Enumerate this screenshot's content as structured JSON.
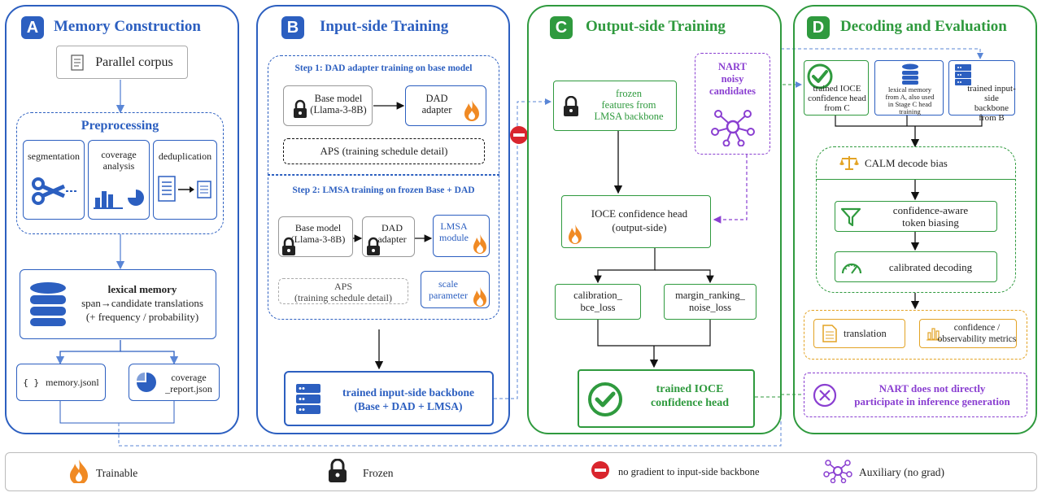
{
  "colors": {
    "blue": "#2c5fc0",
    "green": "#2f9a3e",
    "purple": "#8a3fd1",
    "orange": "#f08a24",
    "red": "#d9252d"
  },
  "panels": {
    "A": {
      "badge": "A",
      "title": "Memory Construction"
    },
    "B": {
      "badge": "B",
      "title": "Input-side Training"
    },
    "C": {
      "badge": "C",
      "title": "Output-side Training"
    },
    "D": {
      "badge": "D",
      "title": "Decoding and Evaluation"
    }
  },
  "A": {
    "corpus": "Parallel corpus",
    "preprocessing": "Preprocessing",
    "segmentation": "segmentation",
    "coverage_l1": "coverage",
    "coverage_l2": "analysis",
    "dedup": "deduplication",
    "lexmem_title": "lexical memory",
    "lexmem_l2": "span→candidate translations",
    "lexmem_l3": "(+ frequency / probability)",
    "memory_file": "memory.jsonl",
    "coverage_file_l1": "coverage",
    "coverage_file_l2": "_report.json"
  },
  "B": {
    "step1": "Step 1: DAD adapter training on base model",
    "base_l1": "Base model",
    "base_l2": "(Llama-3-8B)",
    "dad_l1": "DAD",
    "dad_l2": "adapter",
    "aps1": "APS (training schedule detail)",
    "step2": "Step 2: LMSA training on frozen Base + DAD",
    "base2_l1": "Base model",
    "base2_l2": "(Llama-3-8B)",
    "dad2_l1": "DAD",
    "dad2_l2": "adapter",
    "lmsa_l1": "LMSA",
    "lmsa_l2": "module",
    "aps2_l1": "APS",
    "aps2_l2": "(training schedule detail)",
    "scale_l1": "scale",
    "scale_l2": "parameter",
    "trained_l1": "trained input-side backbone",
    "trained_l2": "(Base + DAD + LMSA)"
  },
  "C": {
    "frozen_l1": "frozen",
    "frozen_l2": "features from",
    "frozen_l3": "LMSA backbone",
    "nart_l1": "NART",
    "nart_l2": "noisy",
    "nart_l3": "candidates",
    "ioce_l1": "IOCE confidence head",
    "ioce_l2": "(output-side)",
    "bce_l1": "calibration_",
    "bce_l2": "bce_loss",
    "margin_l1": "margin_ranking_",
    "margin_l2": "noise_loss",
    "trained_l1": "trained IOCE",
    "trained_l2": "confidence head"
  },
  "D": {
    "in1_l1": "trained IOCE",
    "in1_l2": "confidence head",
    "in1_l3": "from C",
    "in2_l1": "lexical memory",
    "in2_l2": "from A, also used",
    "in2_l3": "in Stage C head",
    "in2_l4": "training",
    "in3_l1": "trained input-",
    "in3_l2": "side backbone",
    "in3_l3": "from B",
    "calm": "CALM decode bias",
    "bias_l1": "confidence-aware",
    "bias_l2": "token biasing",
    "calibrated": "calibrated decoding",
    "translation": "translation",
    "metrics_l1": "confidence /",
    "metrics_l2": "observability metrics",
    "nart_note_l1": "NART does not directly",
    "nart_note_l2": "participate in inference generation"
  },
  "legend": {
    "trainable": "Trainable",
    "frozen": "Frozen",
    "nograd": "no gradient to input-side backbone",
    "aux": "Auxiliary (no grad)"
  }
}
